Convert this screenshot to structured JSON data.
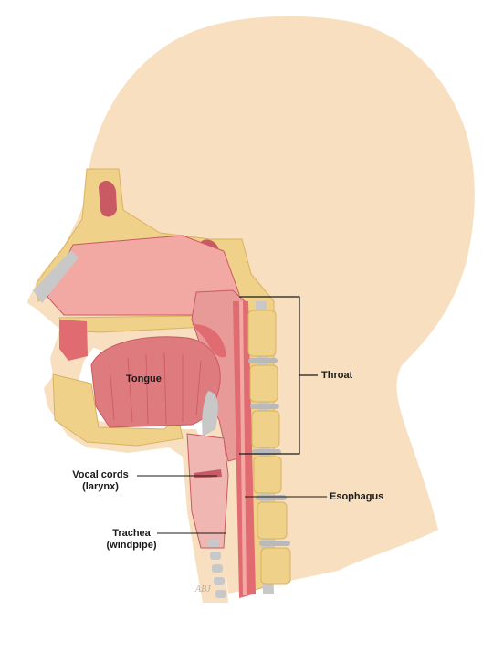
{
  "labels": {
    "tongue": "Tongue",
    "throat": "Throat",
    "esophagus": "Esophagus",
    "vocal_cords_line1": "Vocal cords",
    "vocal_cords_line2": "(larynx)",
    "trachea_line1": "Trachea",
    "trachea_line2": "(windpipe)"
  },
  "signature": "ABJ",
  "colors": {
    "skin": "#f8dfc0",
    "bone": "#f0d18a",
    "bone_dots": "#d9b25f",
    "tissue": "#e88c8c",
    "tissue_dark": "#c95a63",
    "cartilage": "#c8c8c8",
    "muscle": "#de7b7f"
  }
}
